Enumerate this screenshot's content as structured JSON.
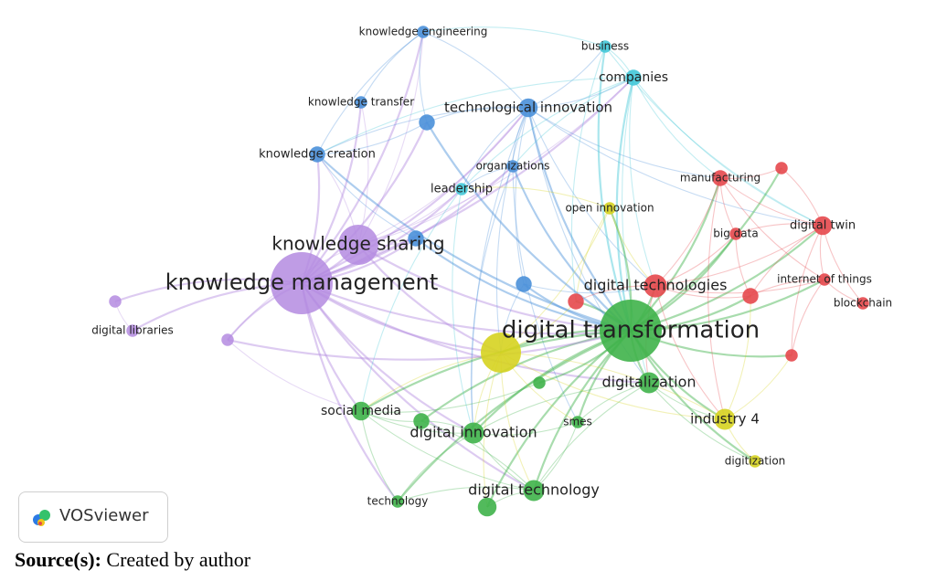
{
  "clusters": {
    "blue": "#4a90d9",
    "purple": "#b48be0",
    "green": "#3fb24a",
    "red": "#e5484d",
    "yellow": "#d6d320",
    "cyan": "#43c8d8"
  },
  "nodes": [
    {
      "id": "knowledge-management",
      "label": "knowledge management",
      "cluster": "purple",
      "weight": 10
    },
    {
      "id": "knowledge-sharing",
      "label": "knowledge sharing",
      "cluster": "purple",
      "weight": 6
    },
    {
      "id": "digital-libraries",
      "label": "digital libraries",
      "cluster": "purple",
      "weight": 1
    },
    {
      "id": "purple-a",
      "label": "",
      "cluster": "purple",
      "weight": 1
    },
    {
      "id": "purple-b",
      "label": "",
      "cluster": "purple",
      "weight": 1
    },
    {
      "id": "knowledge-engineering",
      "label": "knowledge engineering",
      "cluster": "blue",
      "weight": 1
    },
    {
      "id": "knowledge-transfer",
      "label": "knowledge transfer",
      "cluster": "blue",
      "weight": 1
    },
    {
      "id": "knowledge-creation",
      "label": "knowledge creation",
      "cluster": "blue",
      "weight": 2
    },
    {
      "id": "technological-innovation",
      "label": "technological innovation",
      "cluster": "blue",
      "weight": 3
    },
    {
      "id": "organizations",
      "label": "organizations",
      "cluster": "blue",
      "weight": 1
    },
    {
      "id": "blue-a",
      "label": "",
      "cluster": "blue",
      "weight": 2
    },
    {
      "id": "blue-b",
      "label": "",
      "cluster": "blue",
      "weight": 2
    },
    {
      "id": "blue-c",
      "label": "",
      "cluster": "blue",
      "weight": 2
    },
    {
      "id": "business",
      "label": "business",
      "cluster": "cyan",
      "weight": 1
    },
    {
      "id": "companies",
      "label": "companies",
      "cluster": "cyan",
      "weight": 2
    },
    {
      "id": "leadership",
      "label": "leadership",
      "cluster": "cyan",
      "weight": 1
    },
    {
      "id": "open-innovation",
      "label": "open innovation",
      "cluster": "yellow",
      "weight": 1
    },
    {
      "id": "manufacturing",
      "label": "manufacturing",
      "cluster": "red",
      "weight": 2
    },
    {
      "id": "big-data",
      "label": "big data",
      "cluster": "red",
      "weight": 1
    },
    {
      "id": "digital-twin",
      "label": "digital twin",
      "cluster": "red",
      "weight": 3
    },
    {
      "id": "digital-technologies",
      "label": "digital technologies",
      "cluster": "red",
      "weight": 5
    },
    {
      "id": "internet-of-things",
      "label": "internet of things",
      "cluster": "red",
      "weight": 1
    },
    {
      "id": "blockchain",
      "label": "blockchain",
      "cluster": "red",
      "weight": 1
    },
    {
      "id": "red-a",
      "label": "",
      "cluster": "red",
      "weight": 2
    },
    {
      "id": "red-b",
      "label": "",
      "cluster": "red",
      "weight": 2
    },
    {
      "id": "red-c",
      "label": "",
      "cluster": "red",
      "weight": 1
    },
    {
      "id": "red-d",
      "label": "",
      "cluster": "red",
      "weight": 1
    },
    {
      "id": "digital-transformation",
      "label": "digital transformation",
      "cluster": "green",
      "weight": 10
    },
    {
      "id": "digitalization",
      "label": "digitalization",
      "cluster": "green",
      "weight": 4
    },
    {
      "id": "social-media",
      "label": "social media",
      "cluster": "green",
      "weight": 3
    },
    {
      "id": "digital-innovation",
      "label": "digital innovation",
      "cluster": "green",
      "weight": 4
    },
    {
      "id": "smes",
      "label": "smes",
      "cluster": "green",
      "weight": 1
    },
    {
      "id": "digital-technology",
      "label": "digital technology",
      "cluster": "green",
      "weight": 4
    },
    {
      "id": "technology",
      "label": "technology",
      "cluster": "green",
      "weight": 1
    },
    {
      "id": "green-a",
      "label": "",
      "cluster": "green",
      "weight": 2
    },
    {
      "id": "green-b",
      "label": "",
      "cluster": "green",
      "weight": 3
    },
    {
      "id": "green-c",
      "label": "",
      "cluster": "green",
      "weight": 1
    },
    {
      "id": "yellow-hub",
      "label": "",
      "cluster": "yellow",
      "weight": 6
    },
    {
      "id": "industry-4",
      "label": "industry 4",
      "cluster": "yellow",
      "weight": 4
    },
    {
      "id": "digitization",
      "label": "digitization",
      "cluster": "yellow",
      "weight": 1
    }
  ],
  "links": [
    [
      "knowledge-management",
      "knowledge-sharing"
    ],
    [
      "knowledge-management",
      "digital-libraries"
    ],
    [
      "knowledge-management",
      "purple-a"
    ],
    [
      "knowledge-management",
      "purple-b"
    ],
    [
      "knowledge-management",
      "knowledge-creation"
    ],
    [
      "knowledge-management",
      "knowledge-transfer"
    ],
    [
      "knowledge-management",
      "knowledge-engineering"
    ],
    [
      "knowledge-management",
      "technological-innovation"
    ],
    [
      "knowledge-management",
      "digital-transformation"
    ],
    [
      "knowledge-management",
      "yellow-hub"
    ],
    [
      "knowledge-management",
      "social-media"
    ],
    [
      "knowledge-management",
      "digital-innovation"
    ],
    [
      "knowledge-management",
      "blue-a"
    ],
    [
      "knowledge-management",
      "blue-b"
    ],
    [
      "knowledge-management",
      "leadership"
    ],
    [
      "knowledge-management",
      "organizations"
    ],
    [
      "knowledge-management",
      "digital-technology"
    ],
    [
      "knowledge-management",
      "technology"
    ],
    [
      "knowledge-management",
      "digitalization"
    ],
    [
      "knowledge-management",
      "companies"
    ],
    [
      "knowledge-sharing",
      "knowledge-creation"
    ],
    [
      "knowledge-sharing",
      "knowledge-transfer"
    ],
    [
      "knowledge-sharing",
      "technological-innovation"
    ],
    [
      "knowledge-sharing",
      "leadership"
    ],
    [
      "knowledge-sharing",
      "digital-transformation"
    ],
    [
      "knowledge-sharing",
      "blue-b"
    ],
    [
      "knowledge-sharing",
      "organizations"
    ],
    [
      "knowledge-sharing",
      "knowledge-engineering"
    ],
    [
      "knowledge-sharing",
      "companies"
    ],
    [
      "knowledge-sharing",
      "yellow-hub"
    ],
    [
      "knowledge-sharing",
      "purple-b"
    ],
    [
      "technological-innovation",
      "companies"
    ],
    [
      "technological-innovation",
      "business"
    ],
    [
      "technological-innovation",
      "knowledge-engineering"
    ],
    [
      "technological-innovation",
      "organizations"
    ],
    [
      "technological-innovation",
      "digital-transformation"
    ],
    [
      "technological-innovation",
      "digital-technologies"
    ],
    [
      "technological-innovation",
      "digital-twin"
    ],
    [
      "technological-innovation",
      "manufacturing"
    ],
    [
      "technological-innovation",
      "knowledge-creation"
    ],
    [
      "technological-innovation",
      "blue-a"
    ],
    [
      "technological-innovation",
      "digital-innovation"
    ],
    [
      "technological-innovation",
      "yellow-hub"
    ],
    [
      "technological-innovation",
      "digitalization"
    ],
    [
      "technological-innovation",
      "blue-c"
    ],
    [
      "technological-innovation",
      "leadership"
    ],
    [
      "companies",
      "business"
    ],
    [
      "companies",
      "digital-transformation"
    ],
    [
      "companies",
      "manufacturing"
    ],
    [
      "companies",
      "digital-twin"
    ],
    [
      "companies",
      "digital-technologies"
    ],
    [
      "companies",
      "organizations"
    ],
    [
      "companies",
      "leadership"
    ],
    [
      "companies",
      "digitalization"
    ],
    [
      "companies",
      "knowledge-creation"
    ],
    [
      "business",
      "digital-transformation"
    ],
    [
      "business",
      "knowledge-engineering"
    ],
    [
      "business",
      "red-a"
    ],
    [
      "business",
      "digital-twin"
    ],
    [
      "knowledge-engineering",
      "knowledge-transfer"
    ],
    [
      "knowledge-engineering",
      "blue-a"
    ],
    [
      "knowledge-engineering",
      "knowledge-creation"
    ],
    [
      "knowledge-creation",
      "blue-a"
    ],
    [
      "knowledge-creation",
      "blue-b"
    ],
    [
      "knowledge-creation",
      "digital-transformation"
    ],
    [
      "organizations",
      "leadership"
    ],
    [
      "organizations",
      "digital-transformation"
    ],
    [
      "organizations",
      "digital-innovation"
    ],
    [
      "organizations",
      "smes"
    ],
    [
      "blue-c",
      "digital-transformation"
    ],
    [
      "blue-c",
      "digital-technologies"
    ],
    [
      "blue-c",
      "yellow-hub"
    ],
    [
      "digital-transformation",
      "digital-technologies"
    ],
    [
      "digital-transformation",
      "digitalization"
    ],
    [
      "digital-transformation",
      "industry-4"
    ],
    [
      "digital-transformation",
      "digital-innovation"
    ],
    [
      "digital-transformation",
      "digital-technology"
    ],
    [
      "digital-transformation",
      "smes"
    ],
    [
      "digital-transformation",
      "social-media"
    ],
    [
      "digital-transformation",
      "yellow-hub"
    ],
    [
      "digital-transformation",
      "big-data"
    ],
    [
      "digital-transformation",
      "manufacturing"
    ],
    [
      "digital-transformation",
      "digital-twin"
    ],
    [
      "digital-transformation",
      "internet-of-things"
    ],
    [
      "digital-transformation",
      "red-b"
    ],
    [
      "digital-transformation",
      "red-c"
    ],
    [
      "digital-transformation",
      "red-d"
    ],
    [
      "digital-transformation",
      "open-innovation"
    ],
    [
      "digital-transformation",
      "green-a"
    ],
    [
      "digital-transformation",
      "green-b"
    ],
    [
      "digital-transformation",
      "digitization"
    ],
    [
      "digital-transformation",
      "technology"
    ],
    [
      "digital-transformation",
      "red-a"
    ],
    [
      "digital-technologies",
      "big-data"
    ],
    [
      "digital-technologies",
      "manufacturing"
    ],
    [
      "digital-technologies",
      "digital-twin"
    ],
    [
      "digital-technologies",
      "internet-of-things"
    ],
    [
      "digital-technologies",
      "red-a"
    ],
    [
      "digital-technologies",
      "red-b"
    ],
    [
      "digital-technologies",
      "digitalization"
    ],
    [
      "digital-technologies",
      "industry-4"
    ],
    [
      "manufacturing",
      "digital-twin"
    ],
    [
      "manufacturing",
      "big-data"
    ],
    [
      "manufacturing",
      "red-c"
    ],
    [
      "manufacturing",
      "internet-of-things"
    ],
    [
      "manufacturing",
      "industry-4"
    ],
    [
      "digital-twin",
      "internet-of-things"
    ],
    [
      "digital-twin",
      "blockchain"
    ],
    [
      "digital-twin",
      "red-b"
    ],
    [
      "digital-twin",
      "red-c"
    ],
    [
      "digital-twin",
      "red-d"
    ],
    [
      "digital-twin",
      "big-data"
    ],
    [
      "internet-of-things",
      "blockchain"
    ],
    [
      "internet-of-things",
      "red-b"
    ],
    [
      "internet-of-things",
      "red-d"
    ],
    [
      "big-data",
      "red-b"
    ],
    [
      "digitalization",
      "industry-4"
    ],
    [
      "digitalization",
      "smes"
    ],
    [
      "digitalization",
      "digital-innovation"
    ],
    [
      "digitalization",
      "digital-technology"
    ],
    [
      "digitalization",
      "digitization"
    ],
    [
      "industry-4",
      "digitization"
    ],
    [
      "industry-4",
      "red-d"
    ],
    [
      "industry-4",
      "yellow-hub"
    ],
    [
      "industry-4",
      "red-b"
    ],
    [
      "yellow-hub",
      "digital-innovation"
    ],
    [
      "yellow-hub",
      "social-media"
    ],
    [
      "yellow-hub",
      "digital-technology"
    ],
    [
      "yellow-hub",
      "smes"
    ],
    [
      "yellow-hub",
      "open-innovation"
    ],
    [
      "yellow-hub",
      "industry-4"
    ],
    [
      "yellow-hub",
      "red-a"
    ],
    [
      "yellow-hub",
      "green-b"
    ],
    [
      "social-media",
      "digital-innovation"
    ],
    [
      "social-media",
      "technology"
    ],
    [
      "social-media",
      "digital-technology"
    ],
    [
      "social-media",
      "green-a"
    ],
    [
      "social-media",
      "green-c"
    ],
    [
      "digital-innovation",
      "digital-technology"
    ],
    [
      "digital-innovation",
      "smes"
    ],
    [
      "digital-innovation",
      "green-a"
    ],
    [
      "digital-innovation",
      "technology"
    ],
    [
      "digital-technology",
      "green-a"
    ],
    [
      "digital-technology",
      "technology"
    ],
    [
      "digital-technology",
      "green-b"
    ],
    [
      "digital-technology",
      "smes"
    ],
    [
      "open-innovation",
      "leadership"
    ],
    [
      "open-innovation",
      "red-a"
    ],
    [
      "open-innovation",
      "digital-technologies"
    ],
    [
      "leadership",
      "digital-innovation"
    ],
    [
      "leadership",
      "social-media"
    ],
    [
      "blue-a",
      "digital-transformation"
    ],
    [
      "blue-b",
      "digital-transformation"
    ],
    [
      "purple-b",
      "digital-transformation"
    ],
    [
      "purple-b",
      "social-media"
    ],
    [
      "purple-a",
      "digital-libraries"
    ],
    [
      "green-c",
      "digital-transformation"
    ]
  ],
  "logo": {
    "text": "VOSviewer"
  },
  "caption": {
    "label": "Source(s):",
    "text": " Created by author"
  }
}
